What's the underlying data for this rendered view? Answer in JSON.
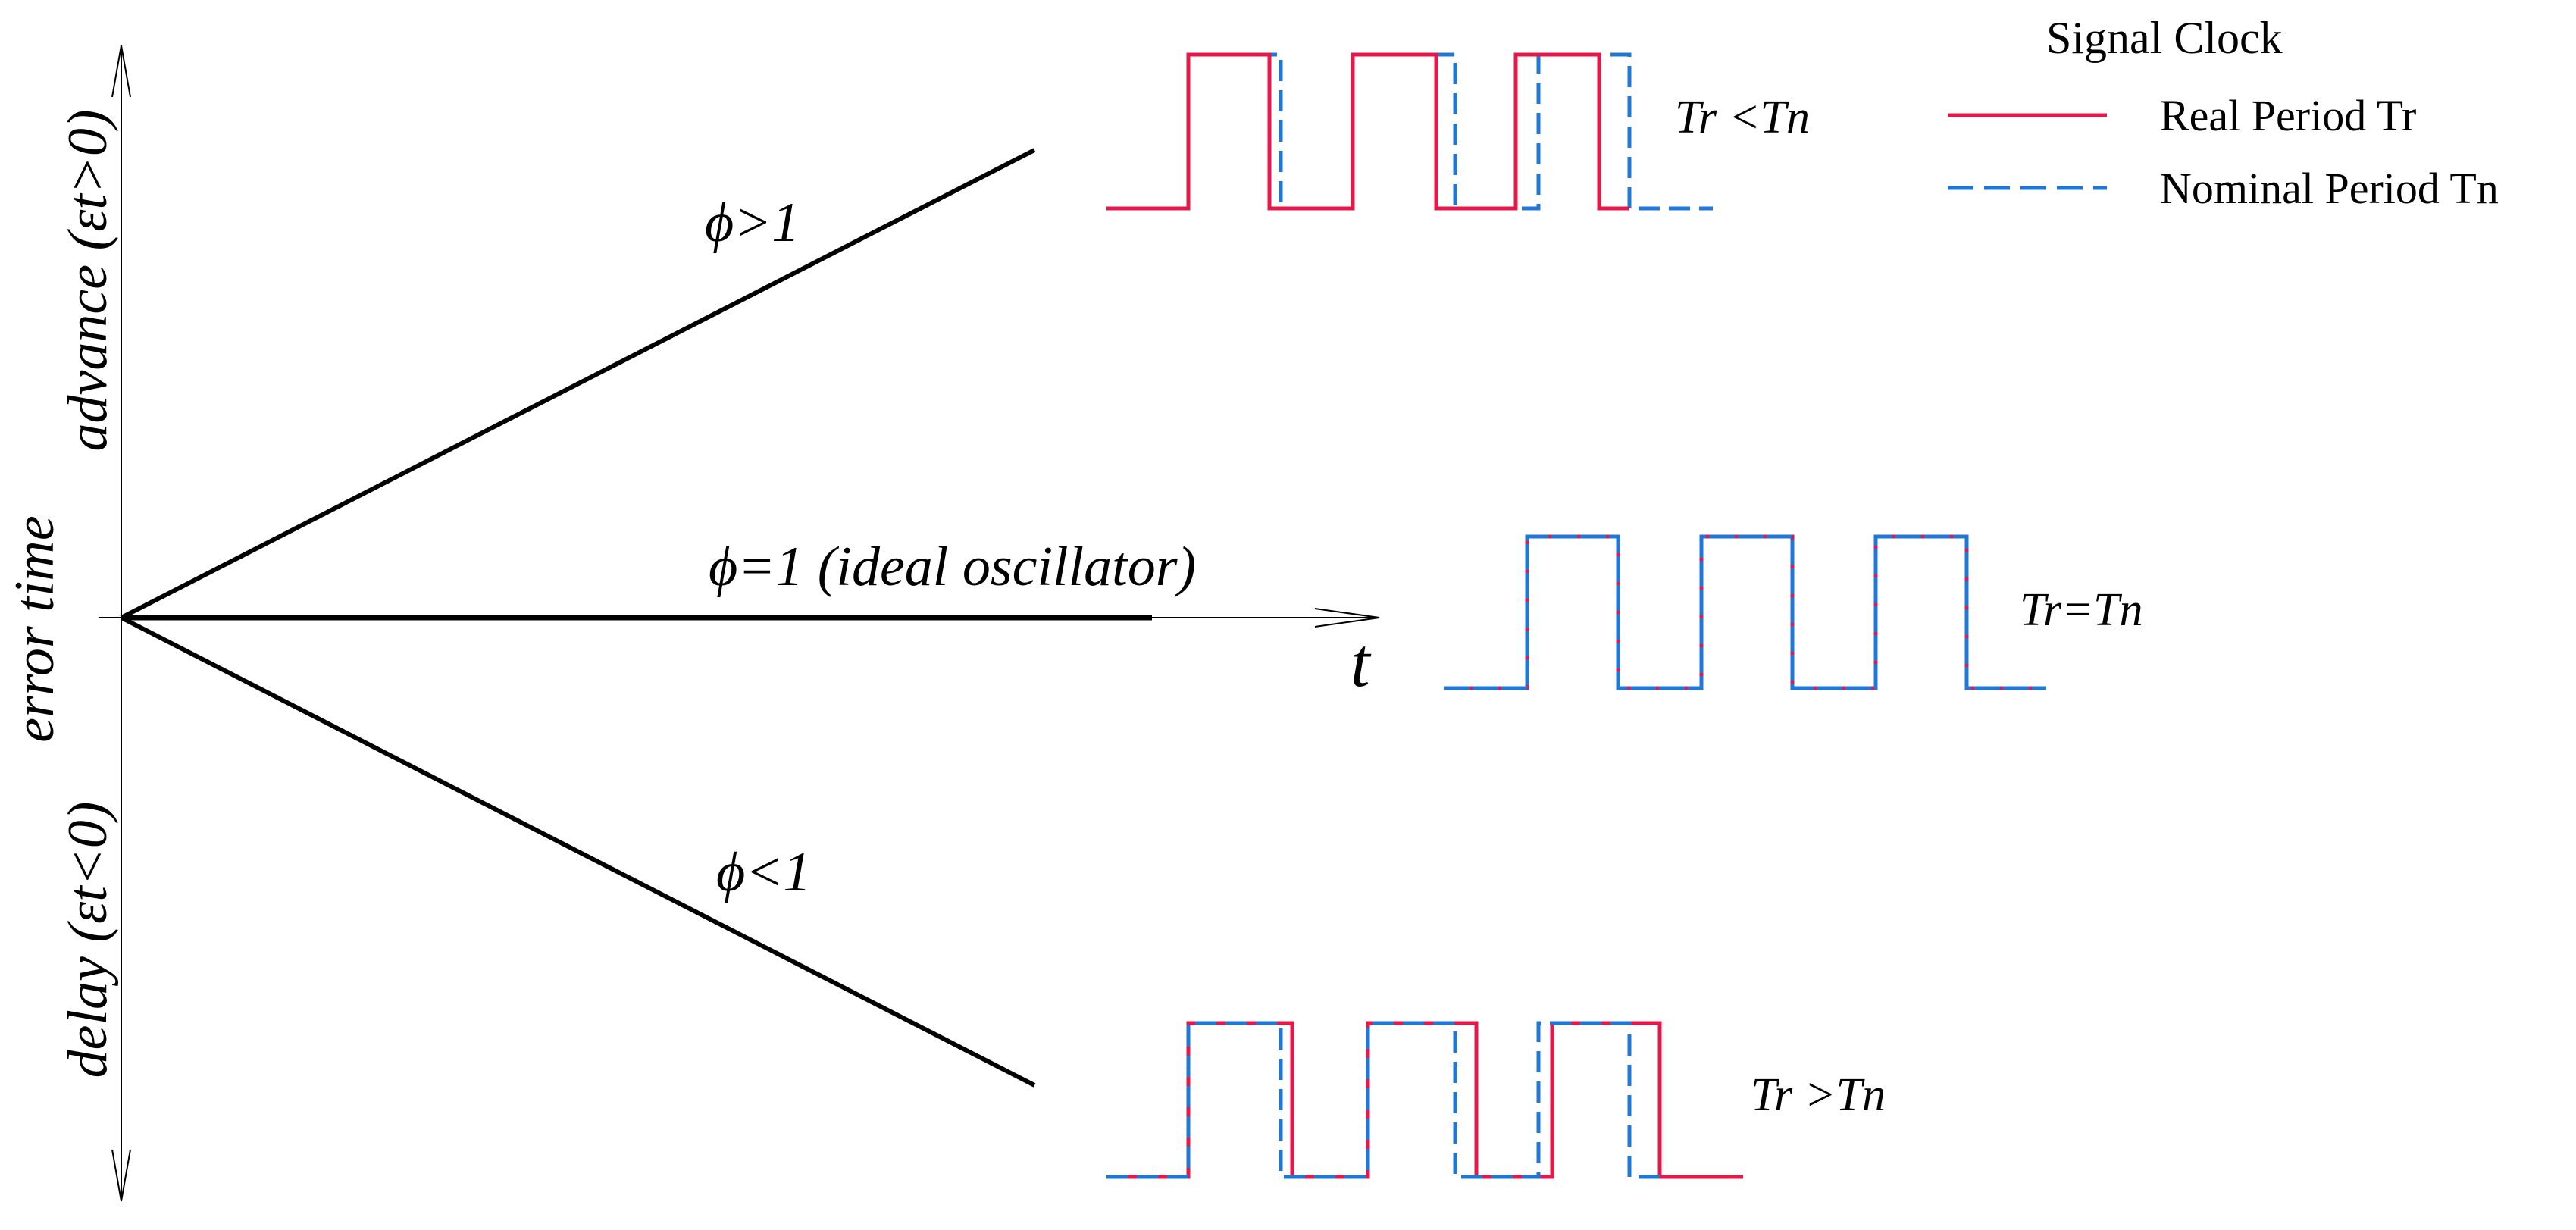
{
  "axes": {
    "x_label": "t",
    "y_label_center": "error time",
    "y_label_positive": "advance (εt>0)",
    "y_label_negative": "delay (εt<0)"
  },
  "lines": {
    "upper": {
      "label": "ϕ>1",
      "relation": "Tr <Tn"
    },
    "ideal": {
      "label": "ϕ=1 (ideal oscillator)",
      "relation": "Tr=Tn"
    },
    "lower": {
      "label": "ϕ<1",
      "relation": "Tr >Tn"
    }
  },
  "legend": {
    "title": "Signal Clock",
    "real": "Real Period Tr",
    "nominal": "Nominal Period Tn"
  },
  "colors": {
    "real": "#e8174a",
    "nominal": "#1f78d8",
    "axis": "#000000"
  }
}
